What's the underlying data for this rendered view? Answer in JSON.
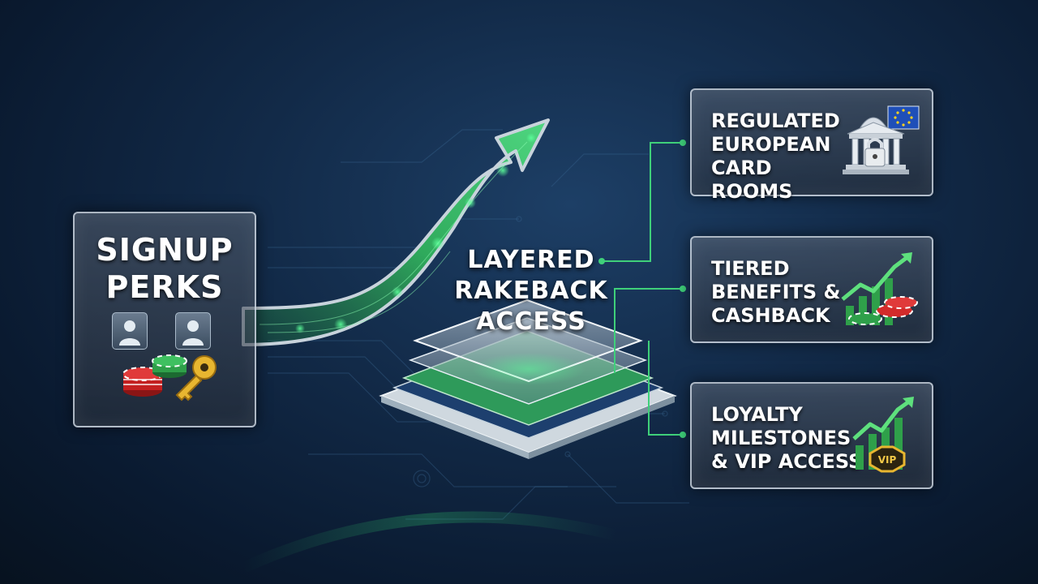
{
  "signup": {
    "title_line1": "SIGNUP",
    "title_line2": "PERKS"
  },
  "center": {
    "line1": "LAYERED",
    "line2": "RAKEBACK",
    "line3": "ACCESS"
  },
  "cards": [
    {
      "line1": "REGULATED",
      "line2": "EUROPEAN",
      "line3": "CARD ROOMS",
      "icon": "bank-lock-eu-icon"
    },
    {
      "line1": "TIERED",
      "line2": "BENEFITS &",
      "line3": "CASHBACK",
      "icon": "growth-chart-chips-icon"
    },
    {
      "line1": "LOYALTY",
      "line2": "MILESTONES",
      "line3": "& VIP ACCESS",
      "icon": "vip-badge-chart-icon",
      "badge": "VIP"
    }
  ],
  "colors": {
    "accent_green": "#3fd07a",
    "background": "#122a48",
    "eu_blue": "#1f4fb8",
    "eu_star": "#ffd21f",
    "chip_red": "#d32b2b",
    "chip_green": "#2fa04a",
    "key_gold": "#e8b630"
  }
}
